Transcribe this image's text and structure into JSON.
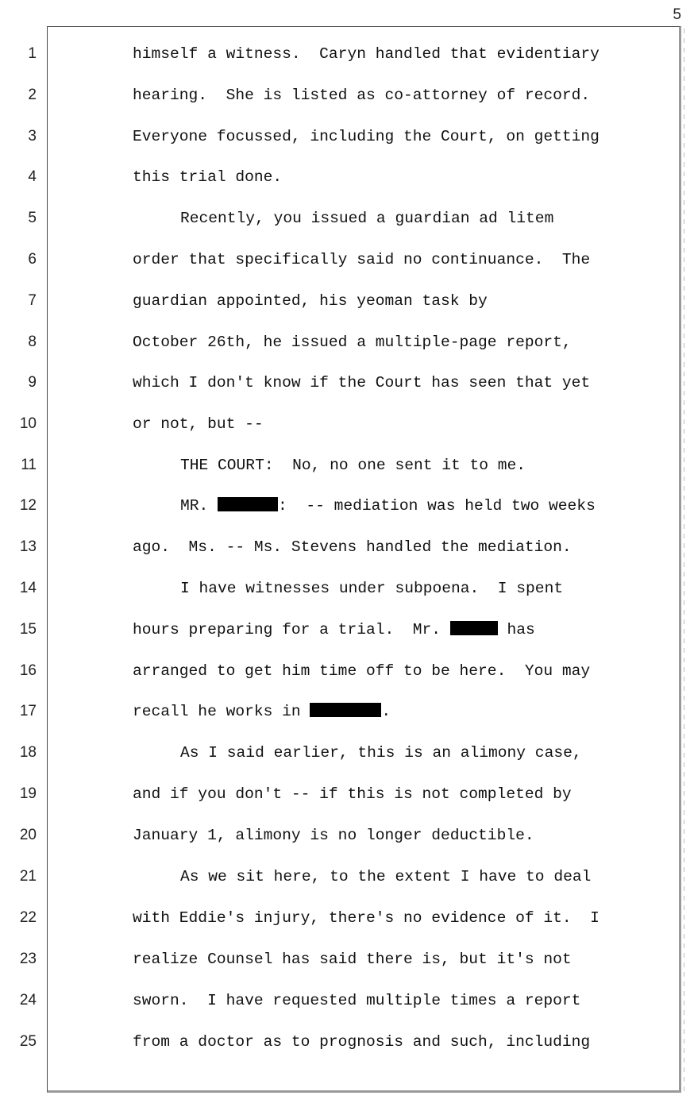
{
  "page_number": "5",
  "lines": [
    {
      "num": "1",
      "text": "himself a witness.  Caryn handled that evidentiary",
      "indent": false
    },
    {
      "num": "2",
      "text": "hearing.  She is listed as co-attorney of record.",
      "indent": false
    },
    {
      "num": "3",
      "text": "Everyone focussed, including the Court, on getting",
      "indent": false
    },
    {
      "num": "4",
      "text": "this trial done.",
      "indent": false
    },
    {
      "num": "5",
      "text": "Recently, you issued a guardian ad litem",
      "indent": true
    },
    {
      "num": "6",
      "text": "order that specifically said no continuance.  The",
      "indent": false
    },
    {
      "num": "7",
      "text": "guardian appointed, his yeoman task by",
      "indent": false
    },
    {
      "num": "8",
      "text": "October 26th, he issued a multiple-page report,",
      "indent": false
    },
    {
      "num": "9",
      "text": "which I don't know if the Court has seen that yet",
      "indent": false
    },
    {
      "num": "10",
      "text": "or not, but --",
      "indent": false
    },
    {
      "num": "11",
      "text": "THE COURT:  No, no one sent it to me.",
      "indent": true
    },
    {
      "num": "12",
      "text_before": "MR. ",
      "text_after": ":  -- mediation was held two weeks",
      "indent": true
    },
    {
      "num": "13",
      "text": "ago.  Ms. -- Ms. Stevens handled the mediation.",
      "indent": false
    },
    {
      "num": "14",
      "text": "I have witnesses under subpoena.  I spent",
      "indent": true
    },
    {
      "num": "15",
      "text_before": "hours preparing for a trial.  Mr. ",
      "text_after": " has",
      "indent": false
    },
    {
      "num": "16",
      "text": "arranged to get him time off to be here.  You may",
      "indent": false
    },
    {
      "num": "17",
      "text_before": "recall he works in ",
      "text_after": ".",
      "indent": false
    },
    {
      "num": "18",
      "text": "As I said earlier, this is an alimony case,",
      "indent": true
    },
    {
      "num": "19",
      "text": "and if you don't -- if this is not completed by",
      "indent": false
    },
    {
      "num": "20",
      "text": "January 1, alimony is no longer deductible.",
      "indent": false
    },
    {
      "num": "21",
      "text": "As we sit here, to the extent I have to deal",
      "indent": true
    },
    {
      "num": "22",
      "text": "with Eddie's injury, there's no evidence of it.  I",
      "indent": false
    },
    {
      "num": "23",
      "text": "realize Counsel has said there is, but it's not",
      "indent": false
    },
    {
      "num": "24",
      "text": "sworn.  I have requested multiple times a report",
      "indent": false
    },
    {
      "num": "25",
      "text": "from a doctor as to prognosis and such, including",
      "indent": false
    }
  ]
}
